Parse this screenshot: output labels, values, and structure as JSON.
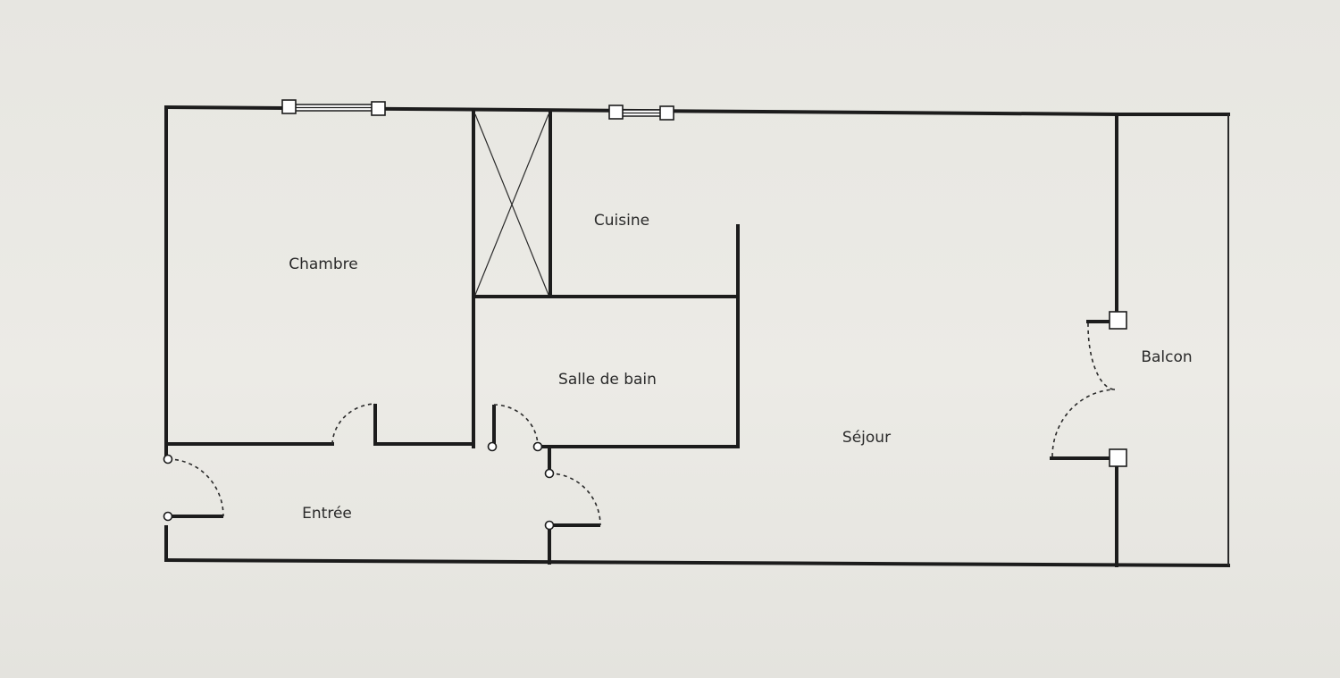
{
  "floor_plan": {
    "rooms": {
      "chambre": "Chambre",
      "cuisine": "Cuisine",
      "salle_de_bain": "Salle de bain",
      "sejour": "Séjour",
      "entree": "Entrée",
      "balcon": "Balcon"
    }
  },
  "colors": {
    "paper": "#e9e8e3",
    "ink": "#1c1c1c"
  }
}
